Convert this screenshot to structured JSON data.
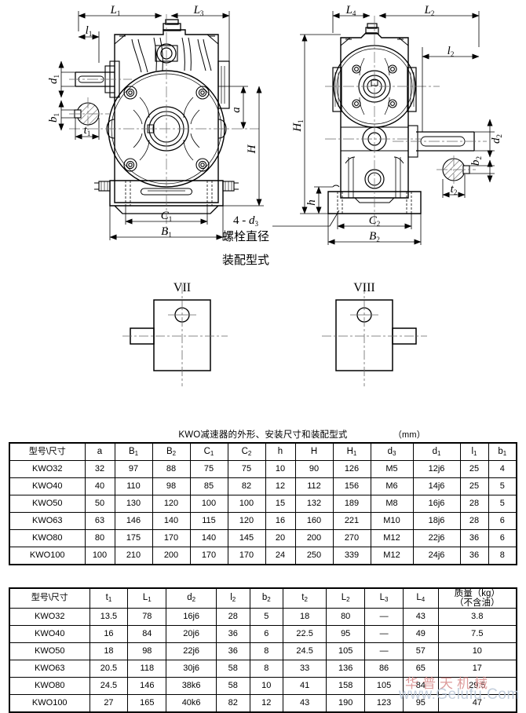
{
  "drawing": {
    "left_view": {
      "name": "front-elevation-view",
      "dimension_labels": [
        "L1",
        "L3",
        "l1",
        "d1",
        "b1",
        "t1",
        "a",
        "H",
        "C1",
        "B1"
      ]
    },
    "right_view": {
      "name": "side-elevation-view",
      "dimension_labels": [
        "L4",
        "L2",
        "l2",
        "d2",
        "b2",
        "t2",
        "H1",
        "h",
        "C2",
        "B2"
      ]
    },
    "bolt_note": {
      "code": "4 - d",
      "code_sub": "3",
      "text": "螺栓直径"
    },
    "assembly_heading": "装配型式",
    "assembly_types": [
      {
        "label": "VII",
        "shaft_side": "left"
      },
      {
        "label": "VIII",
        "shaft_side": "right"
      }
    ]
  },
  "table1": {
    "title": "KWO减速器的外形、安装尺寸和装配型式",
    "unit": "（mm）",
    "headers": [
      {
        "text": "型号\\尺寸",
        "sub": ""
      },
      {
        "text": "a",
        "sub": ""
      },
      {
        "text": "B",
        "sub": "1"
      },
      {
        "text": "B",
        "sub": "2"
      },
      {
        "text": "C",
        "sub": "1"
      },
      {
        "text": "C",
        "sub": "2"
      },
      {
        "text": "h",
        "sub": ""
      },
      {
        "text": "H",
        "sub": ""
      },
      {
        "text": "H",
        "sub": "1"
      },
      {
        "text": "d",
        "sub": "3"
      },
      {
        "text": "d",
        "sub": "1"
      },
      {
        "text": "l",
        "sub": "1"
      },
      {
        "text": "b",
        "sub": "1"
      }
    ],
    "rows": [
      [
        "KWO32",
        "32",
        "97",
        "88",
        "75",
        "75",
        "10",
        "90",
        "126",
        "M5",
        "12j6",
        "25",
        "4"
      ],
      [
        "KWO40",
        "40",
        "110",
        "98",
        "85",
        "82",
        "12",
        "112",
        "156",
        "M6",
        "14j6",
        "25",
        "5"
      ],
      [
        "KWO50",
        "50",
        "130",
        "120",
        "100",
        "100",
        "15",
        "132",
        "189",
        "M8",
        "16j6",
        "28",
        "5"
      ],
      [
        "KWO63",
        "63",
        "146",
        "140",
        "115",
        "120",
        "16",
        "160",
        "221",
        "M10",
        "18j6",
        "28",
        "6"
      ],
      [
        "KWO80",
        "80",
        "175",
        "170",
        "140",
        "145",
        "20",
        "200",
        "270",
        "M12",
        "22j6",
        "36",
        "6"
      ],
      [
        "KWO100",
        "100",
        "210",
        "200",
        "170",
        "170",
        "24",
        "250",
        "339",
        "M12",
        "24j6",
        "36",
        "8"
      ]
    ]
  },
  "table2": {
    "headers": [
      {
        "text": "型号\\尺寸",
        "sub": ""
      },
      {
        "text": "t",
        "sub": "1"
      },
      {
        "text": "L",
        "sub": "1"
      },
      {
        "text": "d",
        "sub": "2"
      },
      {
        "text": "l",
        "sub": "2"
      },
      {
        "text": "b",
        "sub": "2"
      },
      {
        "text": "t",
        "sub": "2"
      },
      {
        "text": "L",
        "sub": "2"
      },
      {
        "text": "L",
        "sub": "3"
      },
      {
        "text": "L",
        "sub": "4"
      }
    ],
    "mass_header_line1": "质量（kg）",
    "mass_header_line2": "（不含油）",
    "rows": [
      [
        "KWO32",
        "13.5",
        "78",
        "16j6",
        "28",
        "5",
        "18",
        "80",
        "—",
        "43",
        "3.8"
      ],
      [
        "KWO40",
        "16",
        "84",
        "20j6",
        "36",
        "6",
        "22.5",
        "95",
        "—",
        "49",
        "7.5"
      ],
      [
        "KWO50",
        "18",
        "98",
        "22j6",
        "36",
        "8",
        "24.5",
        "105",
        "—",
        "57",
        "10"
      ],
      [
        "KWO63",
        "20.5",
        "118",
        "30j6",
        "58",
        "8",
        "33",
        "136",
        "86",
        "65",
        "17"
      ],
      [
        "KWO80",
        "24.5",
        "146",
        "38k6",
        "58",
        "10",
        "41",
        "158",
        "105",
        "84",
        "29.5"
      ],
      [
        "KWO100",
        "27",
        "165",
        "40k6",
        "82",
        "12",
        "43",
        "190",
        "123",
        "95",
        "47"
      ]
    ]
  },
  "watermark": {
    "chinese": "华普天机械",
    "url": "www.Gelufu.Com"
  },
  "colors": {
    "line": "#000000",
    "centerline": "#555555",
    "watermark_cn": "#d88a8a",
    "watermark_url": "#b9c6d6"
  }
}
